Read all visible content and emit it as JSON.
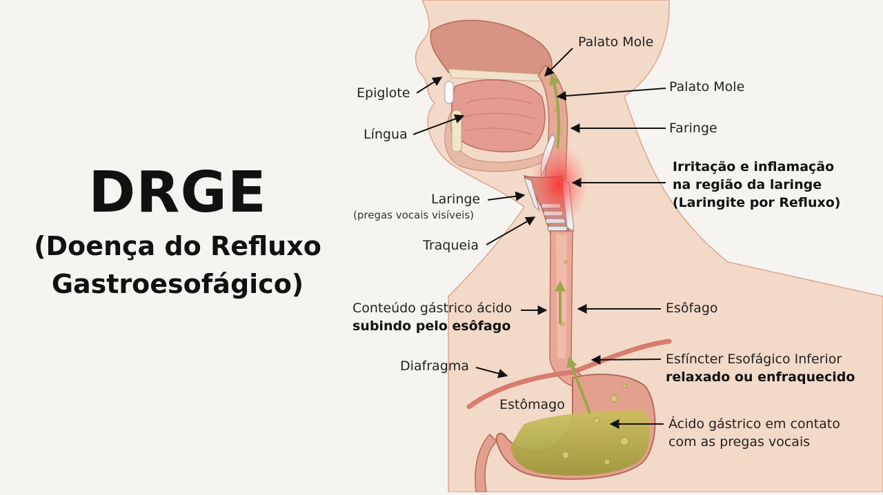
{
  "title": {
    "main": "DRGE",
    "line1": "(Doença do Refluxo",
    "line2": "Gastroesofágico)"
  },
  "labels": {
    "palato_mole_top": "Palato Mole",
    "palato_mole_right": "Palato Mole",
    "epiglote": "Epiglote",
    "lingua": "Língua",
    "faringe": "Faringe",
    "irritacao_1": "Irritação e inflamação",
    "irritacao_2": "na região da laringe",
    "irritacao_3": "(Laringite por Refluxo)",
    "laringe": "Laringe",
    "laringe_sub": "(pregas vocais visíveis)",
    "traqueia": "Traqueia",
    "conteudo_1": "Conteúdo gástrico ácido",
    "conteudo_2": "subindo pelo esôfago",
    "esofago": "Esôfago",
    "diafragma": "Diafragma",
    "esfincter_1": "Esfíncter Esofágico Inferior",
    "esfincter_2": "relaxado ou enfraquecido",
    "estomago": "Estômago",
    "acido_1": "Ácido gástrico em contato",
    "acido_2": "com as pregas vocais"
  },
  "colors": {
    "background": "#f6f4f0",
    "skin": "#f3d9c8",
    "tissue": "#d98a7a",
    "inflammation": "#ff3b3b",
    "acid": "#b8b040",
    "arrow": "#111111"
  }
}
